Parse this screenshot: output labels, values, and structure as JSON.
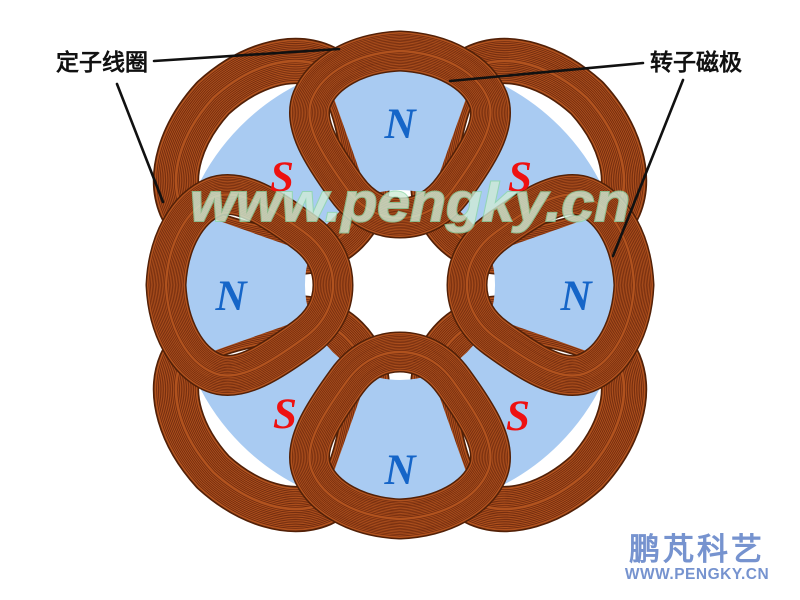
{
  "annotations": {
    "stator_coil": "定子线圈",
    "rotor_pole": "转子磁极"
  },
  "watermark": {
    "text": "www.pengky.cn",
    "fill": "#cfecd6",
    "outline": "#8fd8a8"
  },
  "logo": {
    "name": "鹏芃科艺",
    "site": "WWW.PENGKY.CN",
    "color": "#7693cf"
  },
  "machine": {
    "pole_count": 8,
    "coil_count": 8,
    "poles": [
      {
        "position": "top",
        "label": "N"
      },
      {
        "position": "top-right",
        "label": "S"
      },
      {
        "position": "right",
        "label": "N"
      },
      {
        "position": "bottom-right",
        "label": "S"
      },
      {
        "position": "bottom",
        "label": "N"
      },
      {
        "position": "bottom-left",
        "label": "S"
      },
      {
        "position": "left",
        "label": "N"
      },
      {
        "position": "top-left",
        "label": "S"
      }
    ],
    "colors": {
      "coil_copper": "#b0521e",
      "coil_winding_line": "#6f2a0e",
      "coil_outline": "#522007",
      "pole_fill": "#a9cbf2",
      "n_label_color": "#1565c8",
      "s_label_color": "#ee1111",
      "annotation_color": "#111111"
    }
  }
}
